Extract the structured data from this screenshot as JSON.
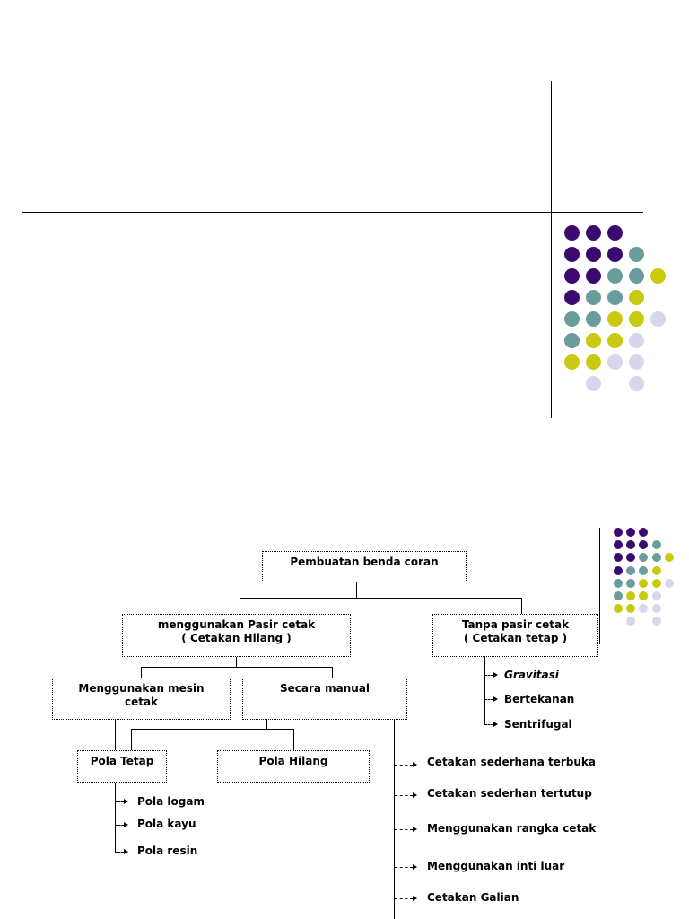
{
  "colors": {
    "purple": "#3b0a6e",
    "teal": "#6a9c9c",
    "yellow": "#c9c910",
    "lavender": "#d8d6ec"
  },
  "diagram": {
    "root": "Pembuatan benda coran",
    "left_branch": [
      "menggunakan Pasir cetak",
      "( Cetakan Hilang )"
    ],
    "right_branch": [
      "Tanpa pasir cetak",
      "( Cetakan tetap )"
    ],
    "mesin": [
      "Menggunakan mesin",
      "cetak"
    ],
    "manual": "Secara manual",
    "pola_tetap": "Pola Tetap",
    "pola_hilang": "Pola Hilang",
    "tetap_items": [
      "Gravitasi",
      "Bertekanan",
      "Sentrifugal"
    ],
    "pola_items": [
      "Pola logam",
      "Pola kayu",
      "Pola resin"
    ],
    "manual_items": [
      "Cetakan sederhana terbuka",
      "Cetakan sederhan tertutup",
      "Menggunakan rangka cetak",
      "Menggunakan inti luar",
      "Cetakan Galian"
    ]
  }
}
